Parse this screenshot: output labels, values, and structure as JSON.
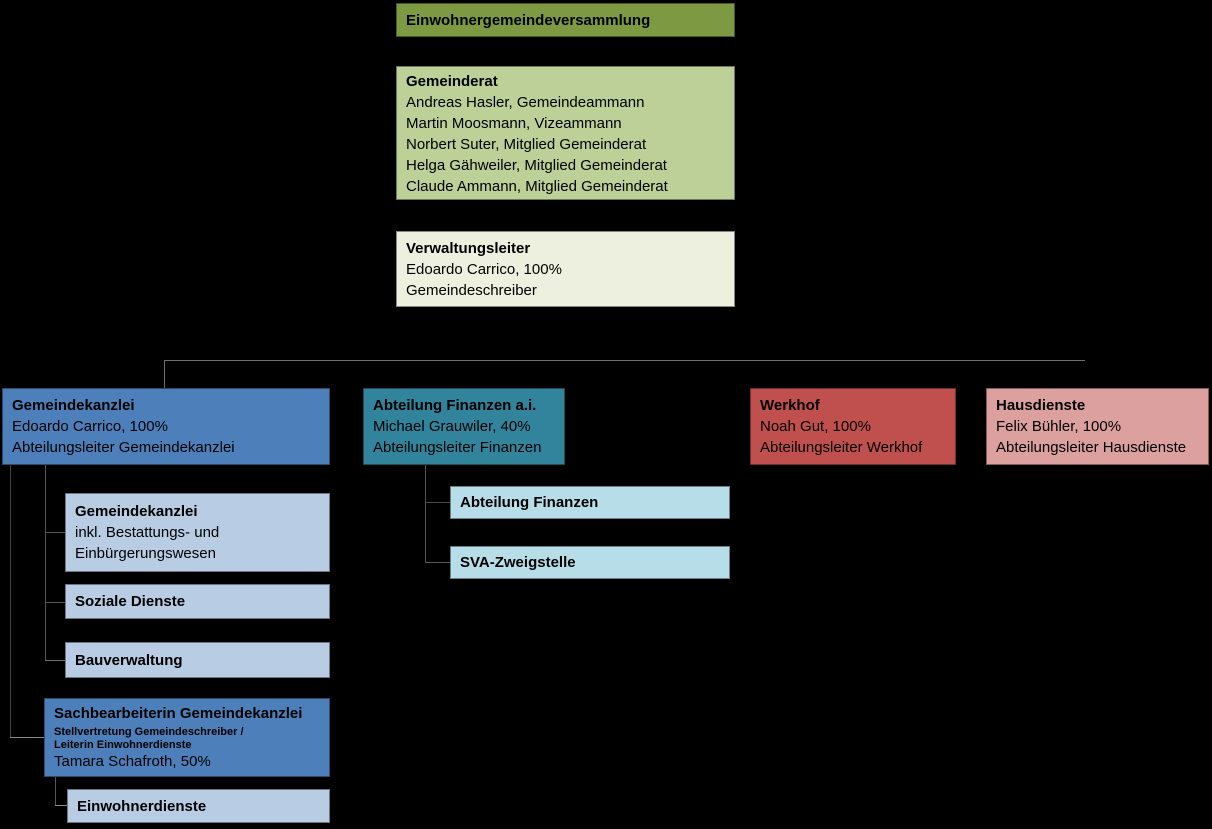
{
  "assembly": {
    "title": "Einwohnergemeindeversammlung"
  },
  "council": {
    "title": "Gemeinderat",
    "members": [
      "Andreas Hasler, Gemeindeammann",
      "Martin Moosmann, Vizeammann",
      "Norbert Suter, Mitglied Gemeinderat",
      "Helga Gähweiler, Mitglied Gemeinderat",
      "Claude Ammann, Mitglied Gemeinderat"
    ]
  },
  "verwaltungsleiter": {
    "title": "Verwaltungsleiter",
    "lines": [
      "Edoardo Carrico, 100%",
      "Gemeindeschreiber"
    ]
  },
  "departments": {
    "gemeindekanzlei": {
      "title": "Gemeindekanzlei",
      "lines": [
        "Edoardo Carrico, 100%",
        "Abteilungsleiter Gemeindekanzlei"
      ]
    },
    "finanzen": {
      "title": "Abteilung Finanzen a.i.",
      "lines": [
        "Michael Grauwiler, 40%",
        "Abteilungsleiter Finanzen"
      ]
    },
    "werkhof": {
      "title": "Werkhof",
      "lines": [
        "Noah Gut, 100%",
        "Abteilungsleiter Werkhof"
      ]
    },
    "hausdienste": {
      "title": "Hausdienste",
      "lines": [
        "Felix Bühler, 100%",
        "Abteilungsleiter Hausdienste"
      ]
    }
  },
  "kanzlei_units": [
    {
      "title": "Gemeindekanzlei",
      "lines": [
        "inkl. Bestattungs- und",
        "Einbürgerungswesen"
      ]
    },
    {
      "title": "Soziale Dienste"
    },
    {
      "title": "Bauverwaltung"
    }
  ],
  "clerk": {
    "title": "Sachbearbeiterin Gemeindekanzlei",
    "subtitle_lines": [
      "Stellvertretung Gemeindeschreiber /",
      "Leiterin Einwohnerdienste"
    ],
    "line": "Tamara Schafroth, 50%"
  },
  "einwohnerdienste": {
    "title": "Einwohnerdienste"
  },
  "finanz_units": [
    {
      "title": "Abteilung Finanzen"
    },
    {
      "title": "SVA-Zweigstelle"
    }
  ],
  "colors": {
    "background": "#000000",
    "assembly": "#7d9a43",
    "council": "#bcd097",
    "verwaltungsleiter": "#edf0de",
    "blue_department": "#4d80ba",
    "finanzen_department": "#31849b",
    "werkhof_department": "#c0504d",
    "hausdienste_department": "#dca09e",
    "kanzlei_subunit": "#b8cce4",
    "finanz_subunit": "#b7dee8",
    "connector": "#6e6e6e"
  }
}
